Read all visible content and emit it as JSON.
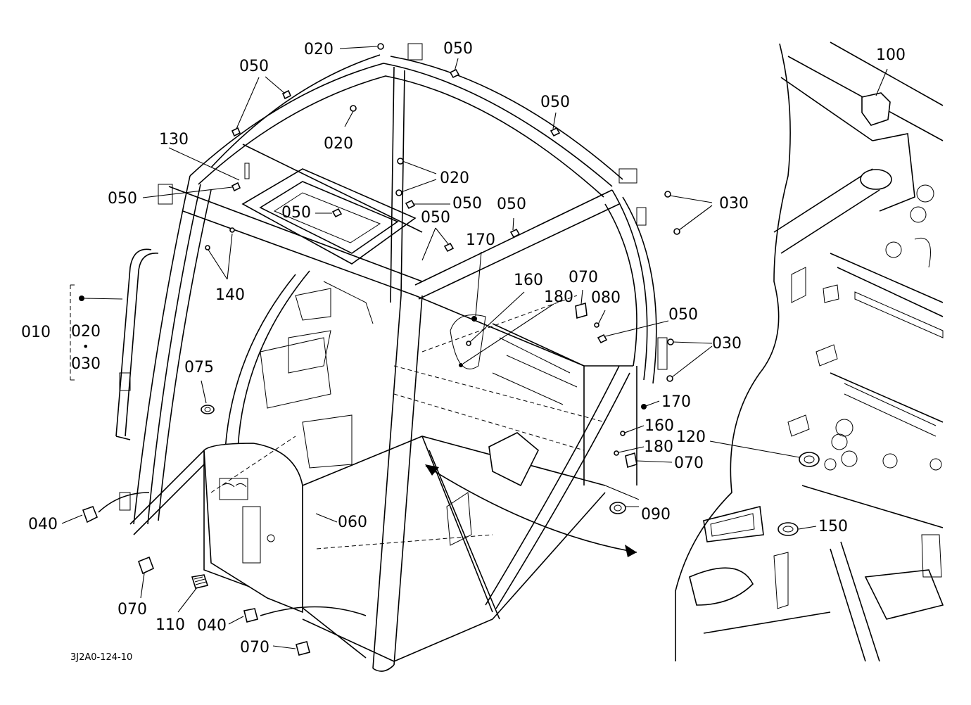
{
  "callouts": {
    "c010": "010",
    "c020_top": "020",
    "c020_mid": "020",
    "c020_right": "020",
    "c020_group": "020",
    "c030_group": "030",
    "c030_top": "030",
    "c030_mid": "030",
    "c040_left": "040",
    "c040_bottom": "040",
    "c050_top": "050",
    "c050_upleft": "050",
    "c050_right": "050",
    "c050_left": "050",
    "c050_window": "050",
    "c050_center": "050",
    "c050_inner": "050",
    "c050_rightmid": "050",
    "c050_far": "050",
    "c060": "060",
    "c070_left": "070",
    "c070_center": "070",
    "c070_right": "070",
    "c070_bottom": "070",
    "c075": "075",
    "c080": "080",
    "c090": "090",
    "c100": "100",
    "c110": "110",
    "c120": "120",
    "c130": "130",
    "c140": "140",
    "c150": "150",
    "c160_center": "160",
    "c160_right": "160",
    "c170_center": "170",
    "c170_right": "170",
    "c180_center": "180",
    "c180_right": "180"
  },
  "group_dot": "•",
  "drawing_code": "3J2A0-124-10"
}
